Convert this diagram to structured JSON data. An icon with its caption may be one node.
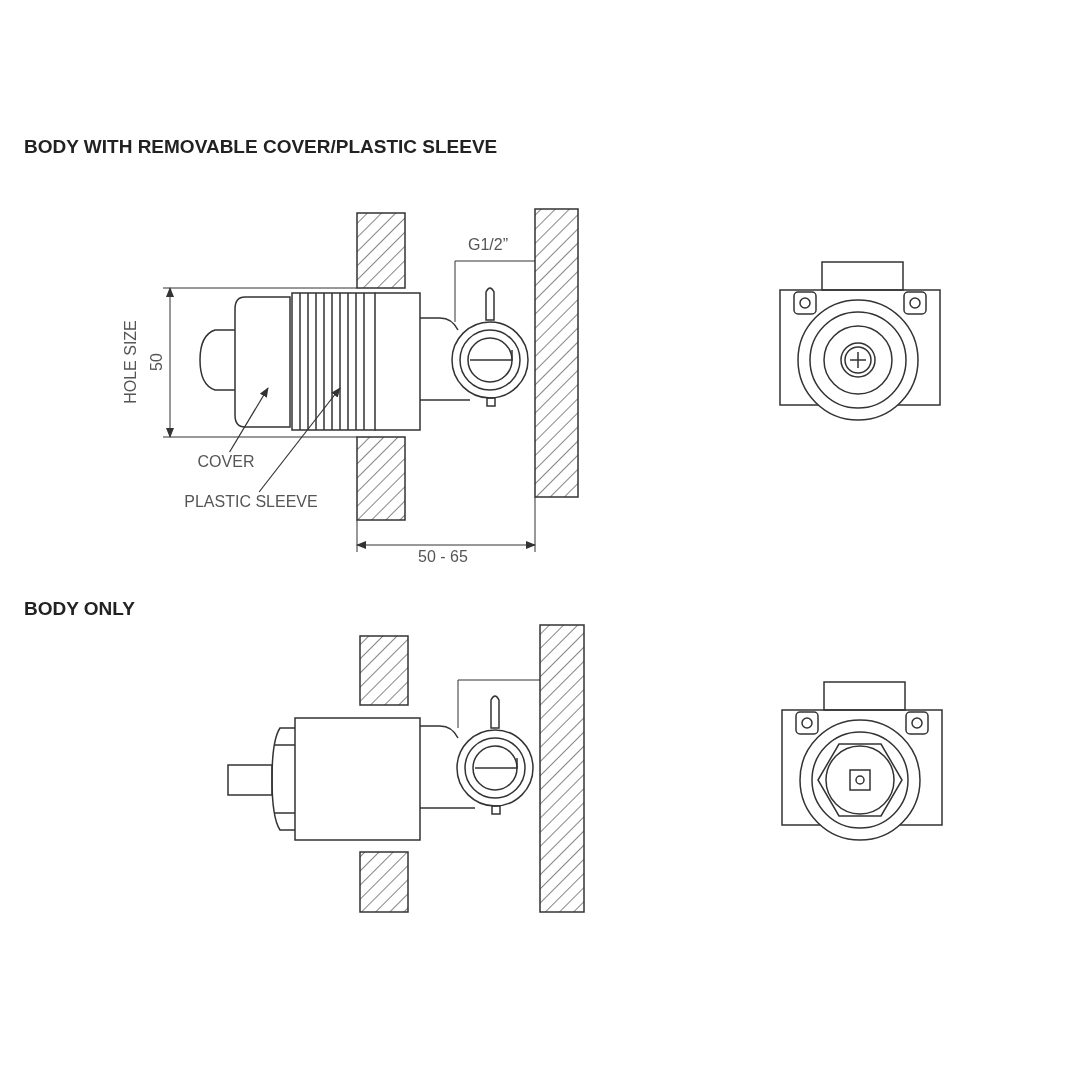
{
  "diagram": {
    "nodes": [
      {
        "text": [
          "COVER"
        ]
      },
      {
        "text": [],
        "shape": "box"
      },
      {
        "text": [
          "PLASTIC SLEEVE"
        ]
      },
      {
        "text": [],
        "shape": "box"
      }
    ],
    "edges": [
      {
        "from": 0,
        "to": 1,
        "arrow": "to"
      },
      {
        "from": 2,
        "to": 3,
        "arrow": "to"
      }
    ],
    "labels": [
      "BODY WITH REMOVABLE COVER/PLASTIC SLEEVE",
      "HOLE SIZE",
      "50",
      "G1/2”",
      "50 - 65",
      "BODY ONLY"
    ]
  }
}
